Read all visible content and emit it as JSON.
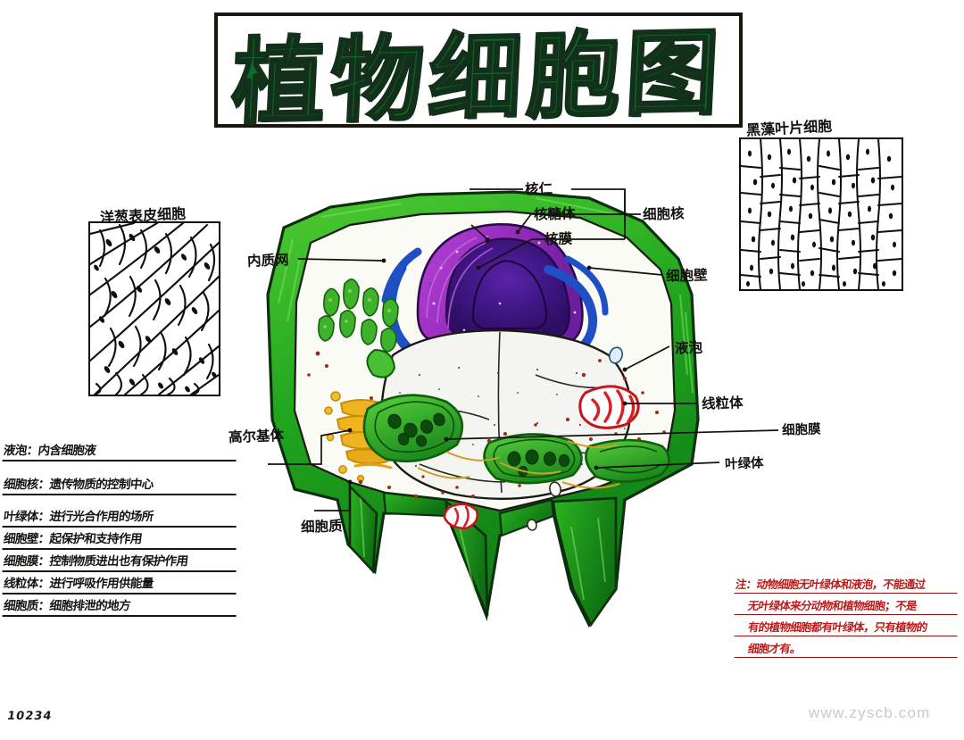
{
  "header": {
    "title": "植物细胞图"
  },
  "panels": [
    {
      "name": "onion",
      "caption": "洋葱表皮细胞"
    },
    {
      "name": "hydrilla",
      "caption": "黑藻叶片细胞"
    }
  ],
  "diagram_labels": {
    "nucleolus": "核仁",
    "ribosome": "核糖体",
    "nuclear_membrane": "核膜",
    "nucleus_group": "细胞核",
    "cell_wall": "细胞壁",
    "endoplasmic_reticulum": "内质网",
    "golgi": "高尔基体",
    "cytoplasm": "细胞质",
    "vacuole": "液泡",
    "mitochondria": "线粒体",
    "cell_membrane": "细胞膜",
    "chloroplast": "叶绿体"
  },
  "notes": [
    "液泡：内含细胞液",
    "细胞核：遗传物质的控制中心",
    "叶绿体：进行光合作用的场所",
    "细胞壁：起保护和支持作用",
    "细胞膜：控制物质进出也有保护作用",
    "线粒体：进行呼吸作用供能量",
    "细胞质：细胞排泄的地方"
  ],
  "red_note": [
    "注：动物细胞无叶绿体和液泡，不能通过",
    "无叶绿体来分动物和植物细胞；不是",
    "有的植物细胞都有叶绿体，只有植物的",
    "细胞才有。"
  ],
  "footer": {
    "signature": "10234",
    "watermark": "www.zyscb.com"
  },
  "colors": {
    "cell_wall_green": "#2fb128",
    "wall_dark_green": "#0f6a18",
    "nucleus_purple": "#4b1b8f",
    "nucleus_light_purple": "#a838c8",
    "er_blue": "#1f4fc4",
    "golgi_yellow": "#e8a81a",
    "mito_red": "#d81f26",
    "chloroplast_green": "#2aa82a",
    "vacuole_white": "#f2f2f0",
    "ink": "#141210",
    "title_green": "#0c6b2c",
    "red_ink": "#c01818"
  }
}
